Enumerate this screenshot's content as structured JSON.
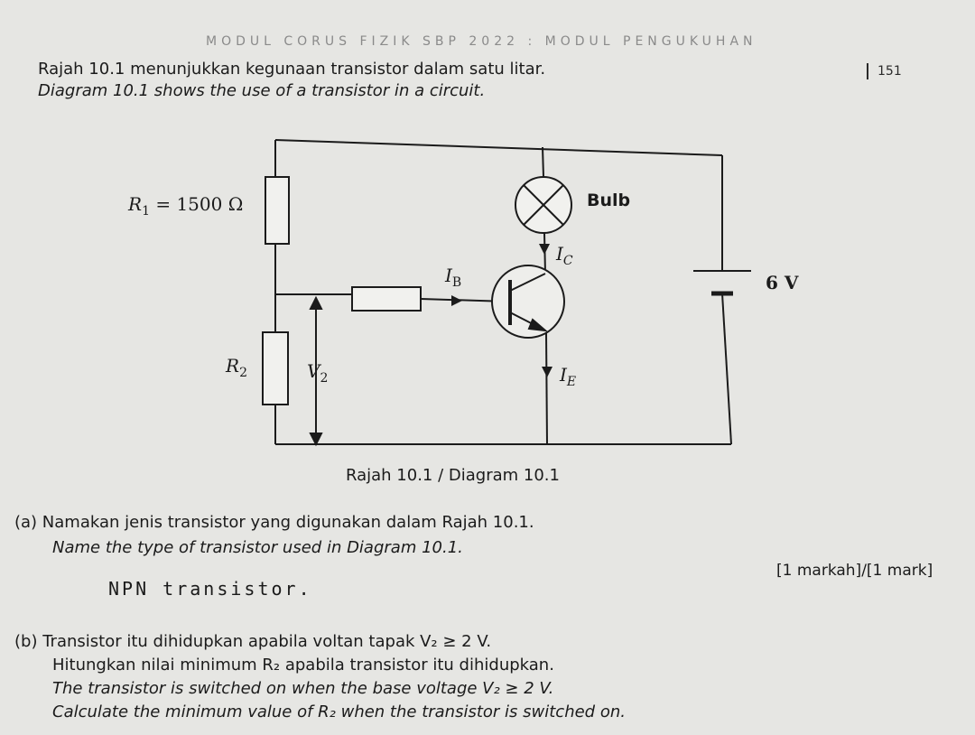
{
  "header": {
    "module_title": "MODUL CORUS FIZIK SBP 2022 : MODUL PENGUKUHAN",
    "page_number": "151"
  },
  "intro": {
    "malay": "Rajah 10.1 menunjukkan kegunaan transistor dalam satu litar.",
    "english": "Diagram 10.1 shows the use of a transistor in a circuit."
  },
  "circuit": {
    "r1_label": "R",
    "r1_sub": "1",
    "r1_value": " = 1500 Ω",
    "bulb_label": "Bulb",
    "ic_label": "I",
    "ic_sub": "C",
    "ib_label": "I",
    "ib_sub": "B",
    "ie_label": "I",
    "ie_sub": "E",
    "battery_label": "6 V",
    "r2_label": "R",
    "r2_sub": "2",
    "v2_label": "V",
    "v2_sub": "2",
    "caption": "Rajah 10.1 / Diagram 10.1"
  },
  "question_a": {
    "malay": "(a)  Namakan jenis transistor yang digunakan dalam Rajah 10.1.",
    "english": "Name the type of transistor used in Diagram 10.1.",
    "mark": "[1 markah]/[1 mark]",
    "answer": "NPN transistor."
  },
  "question_b": {
    "line1": "(b)  Transistor itu dihidupkan apabila voltan tapak V₂ ≥ 2 V.",
    "line2": "Hitungkan nilai minimum R₂ apabila transistor itu dihidupkan.",
    "line3": "The transistor is switched on when the base voltage V₂ ≥ 2 V.",
    "line4": "Calculate the minimum value of R₂ when the transistor is switched on."
  }
}
